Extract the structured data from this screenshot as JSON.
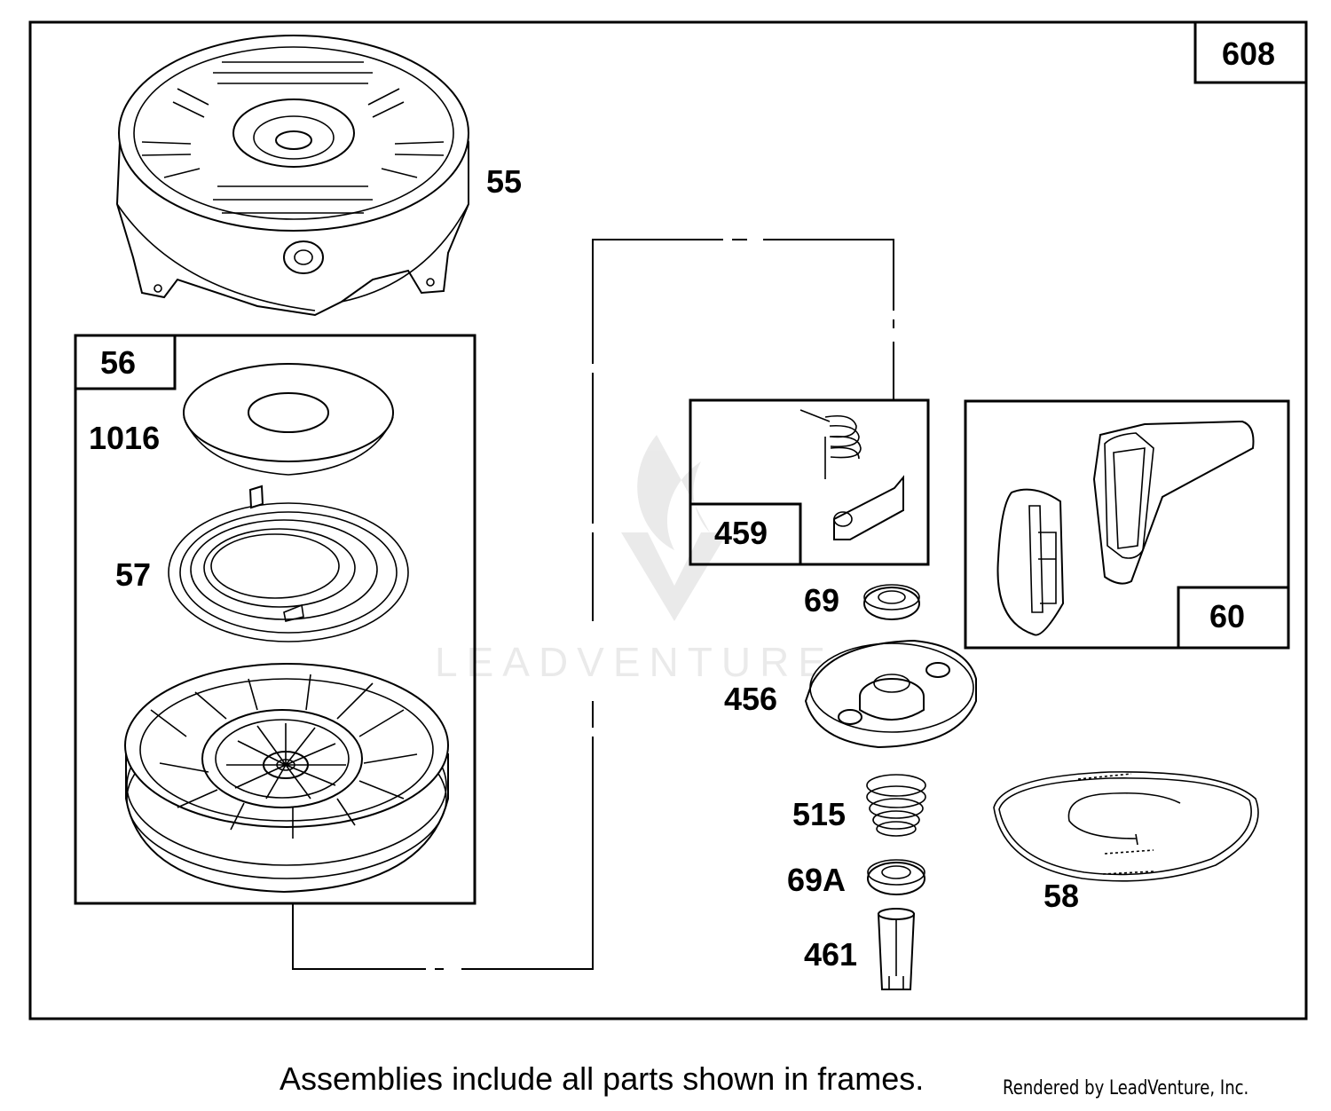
{
  "diagram": {
    "callouts": {
      "assembly": "608",
      "blower_housing": "55",
      "pulley_assembly": "56",
      "washer": "1016",
      "rewind_spring": "57",
      "pawl_kit": "459",
      "handle_kit": "60",
      "washer_69": "69",
      "retainer": "456",
      "spring_515": "515",
      "washer_69a": "69A",
      "pin": "461",
      "rope": "58"
    },
    "watermark": "LEADVENTURE"
  },
  "footer": {
    "note": "Assemblies include all parts shown in frames.",
    "credit": "Rendered by LeadVenture, Inc."
  }
}
